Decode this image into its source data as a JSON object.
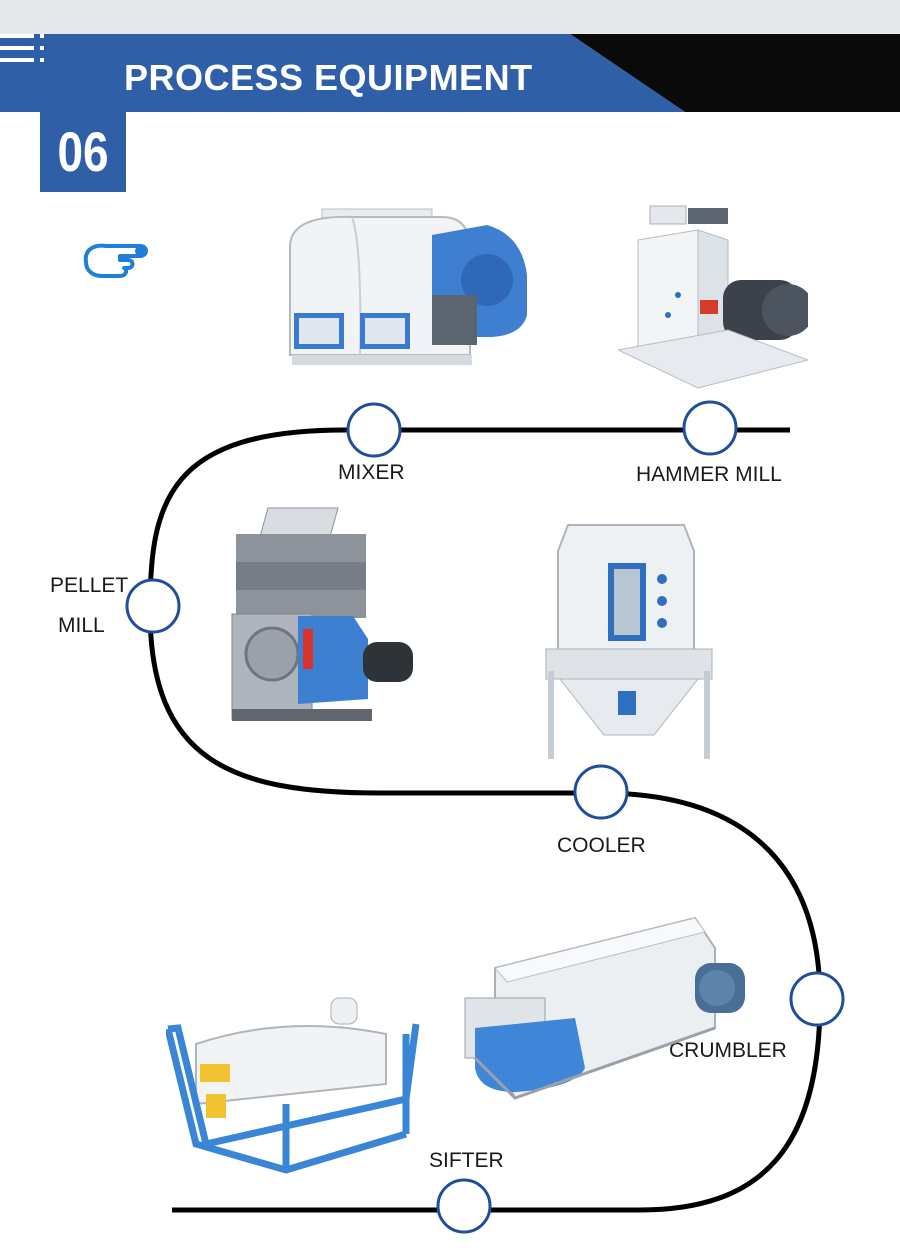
{
  "header": {
    "title": "PROCESS EQUIPMENT",
    "number": "06",
    "band_color": "#2f5fa7",
    "dark_color": "#0a0a0a"
  },
  "flow": {
    "line_color": "#000000",
    "node_stroke": "#1f4f9a",
    "steps": [
      {
        "key": "mixer",
        "label": "MIXER"
      },
      {
        "key": "hammer_mill",
        "label": "HAMMER MILL"
      },
      {
        "key": "pellet_mill",
        "label_line1": "PELLET",
        "label_line2": "MILL"
      },
      {
        "key": "cooler",
        "label": "COOLER"
      },
      {
        "key": "crumbler",
        "label": "CRUMBLER"
      },
      {
        "key": "sifter",
        "label": "SIFTER"
      }
    ]
  },
  "icons": {
    "menu": "menu-icon",
    "hand": "pointing-hand-icon"
  }
}
